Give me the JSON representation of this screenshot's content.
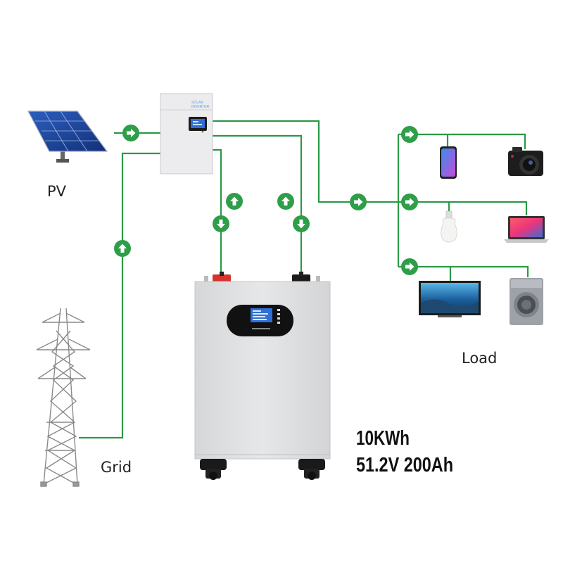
{
  "labels": {
    "pv": "PV",
    "grid": "Grid",
    "load": "Load"
  },
  "inverter": {
    "brand_line1": "SOLAR",
    "brand_line2": "INVERTER"
  },
  "battery": {
    "capacity": "10KWh",
    "rating": "51.2V 200Ah"
  },
  "colors": {
    "wire": "#2a9a45",
    "arrow_fill": "#2e9e48",
    "battery_body": "#e2e3e5",
    "inverter_body": "#ececee",
    "screen": "#2f6fd6"
  },
  "icons": [
    "solar-panel-icon",
    "power-tower-icon",
    "smartphone-icon",
    "camera-icon",
    "light-bulb-icon",
    "laptop-icon",
    "television-icon",
    "washing-machine-icon"
  ]
}
